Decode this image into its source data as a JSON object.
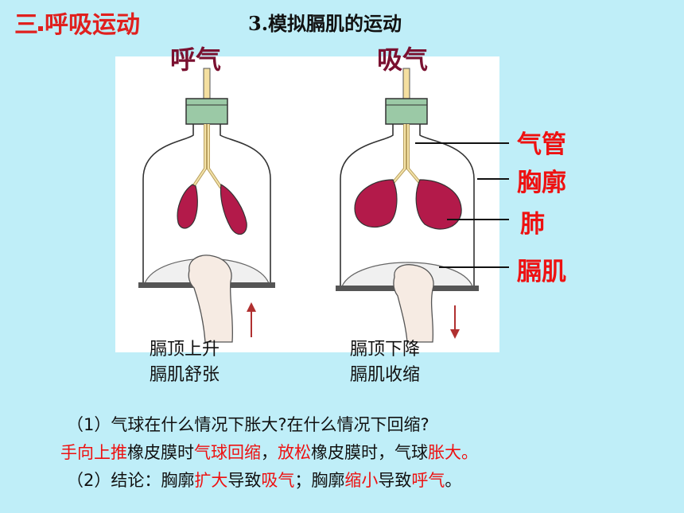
{
  "header": {
    "section_number": "三",
    "section_title": "呼吸运动",
    "subtitle": "3.模拟膈肌的运动"
  },
  "figure": {
    "exhale_label": "呼气",
    "inhale_label": "吸气",
    "parts": [
      "气管",
      "胸廓",
      "肺",
      "膈肌"
    ],
    "exhale_caption": [
      "膈顶上升",
      "膈肌舒张"
    ],
    "inhale_caption": [
      "膈顶下降",
      "膈肌收缩"
    ]
  },
  "questions": {
    "q1": "（1）气球在什么情况下胀大?在什么情况下回缩?",
    "answer": {
      "a1": "手向上推",
      "a2": "橡皮膜时",
      "a3": "气球回缩",
      "a4": "，",
      "a5": "放松",
      "a6": "橡皮膜时，气球",
      "a7": "胀大。"
    },
    "conclusion": {
      "c1": "（2）结论：胸廓",
      "c2": "扩大",
      "c3": "导致",
      "c4": "吸气",
      "c5": "；胸廓",
      "c6": "缩小",
      "c7": "导致",
      "c8": "呼气",
      "c9": "。"
    }
  },
  "colors": {
    "background": "#bfeef8",
    "accent_red": "#ee1111",
    "heading_maroon": "#7a1030",
    "lung": "#b31a4a"
  }
}
